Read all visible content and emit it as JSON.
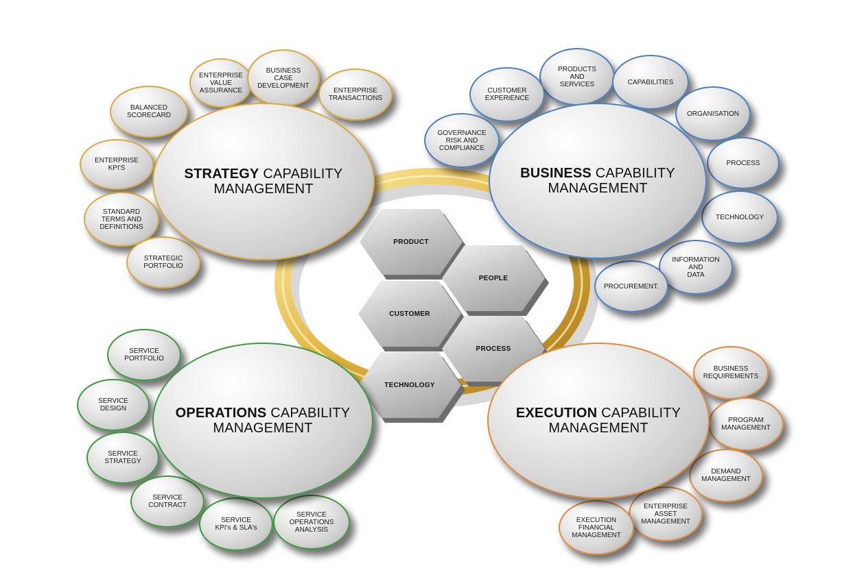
{
  "strategy": {
    "core_bold": "STRATEGY",
    "core_rest": "CAPABILITY",
    "core_line2": "MANAGEMENT",
    "ring_color": "#d9a93c",
    "items": [
      "ENTERPRISE\nVALUE\nASSURANCE",
      "BUSINESS\nCASE\nDEVELOPMENT",
      "ENTERPRISE\nTRANSACTIONS",
      "BALANCED\nSCORECARD",
      "ENTERPRISE\nKPI'S",
      "STANDARD\nTERMS AND\nDEFINITIONS",
      "STRATEGIC\nPORTFOLIO"
    ]
  },
  "business": {
    "core_bold": "BUSINESS",
    "core_rest": "CAPABILITY",
    "core_line2": "MANAGEMENT",
    "ring_color": "#4a7fc0",
    "items": [
      "PRODUCTS\nAND\nSERVICES",
      "CUSTOMER\nEXPERIENCE",
      "CAPABILITIES",
      "GOVERNANCE\nRISK AND\nCOMPLIANCE",
      "ORGANISATION",
      "PROCESS",
      "TECHNOLOGY",
      "INFORMATION\nAND\nDATA",
      "PROCUREMENT."
    ]
  },
  "operations": {
    "core_bold": "OPERATIONS",
    "core_rest": "CAPABILITY",
    "core_line2": "MANAGEMENT",
    "ring_color": "#3c9a3c",
    "items": [
      "SERVICE\nPORTFOLIO",
      "SERVICE\nDESIGN",
      "SERVICE\nSTRATEGY",
      "SERVICE\nCONTRACT",
      "SERVICE\nKPI's & SLA's",
      "SERVICE\nOPERATIONS\nANALYSIS"
    ]
  },
  "execution": {
    "core_bold": "EXECUTION",
    "core_rest": "CAPABILITY",
    "core_line2": "MANAGEMENT",
    "ring_color": "#e08a3c",
    "items": [
      "BUSINESS\nREQUIREMENTS",
      "PROGRAM\nMANAGEMENT",
      "DEMAND\nMANAGEMENT",
      "ENTERPRISE\nASSET\nMANAGEMENT",
      "EXECUTION\nFINANCIAL\nMANAGEMENT"
    ]
  },
  "hexagons": {
    "product": "PRODUCT",
    "people": "PEOPLE",
    "customer": "CUSTOMER",
    "process": "PROCESS",
    "technology": "TECHNOLOGY"
  },
  "colors": {
    "center_ring": "#e8c24a"
  }
}
